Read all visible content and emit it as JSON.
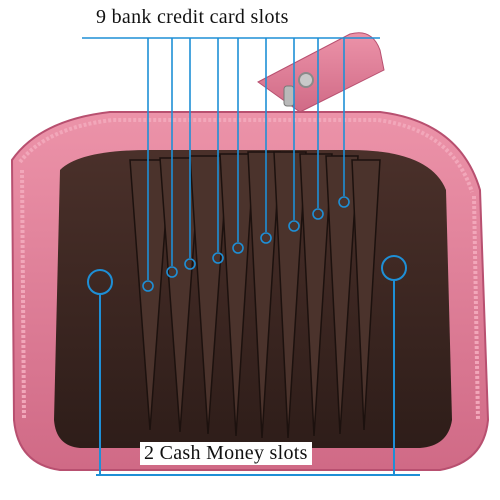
{
  "annotations": {
    "top_label": "9 bank credit card slots",
    "bottom_label": "2 Cash Money slots"
  },
  "counts": {
    "card_slots": 9,
    "cash_slots": 2
  },
  "colors": {
    "wallet_pink": "#e27c96",
    "wallet_pink_dark": "#c85a78",
    "lining_brown": "#3a2520",
    "callout_blue": "#1e8fd6"
  }
}
